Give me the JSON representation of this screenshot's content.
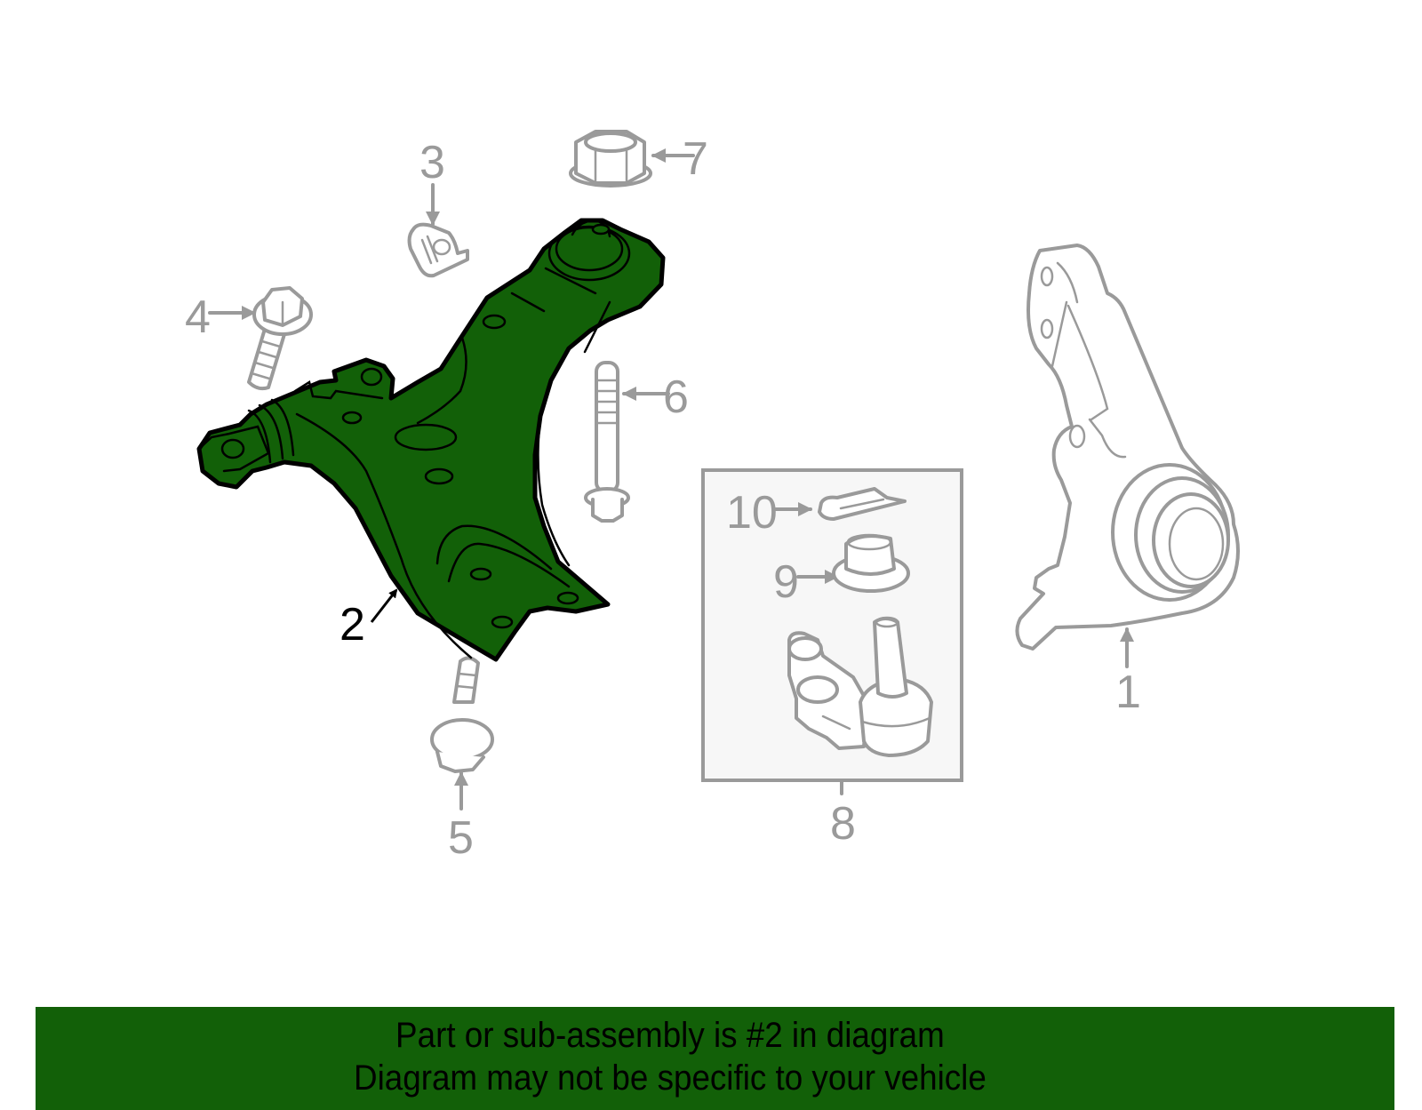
{
  "diagram": {
    "highlight_color": "#126008",
    "inactive_color": "#9a9a9a",
    "callouts": [
      {
        "id": "1",
        "label": "1",
        "part": "steering-knuckle"
      },
      {
        "id": "2",
        "label": "2",
        "part": "lower-control-arm",
        "highlighted": true
      },
      {
        "id": "3",
        "label": "3",
        "part": "bushing-clip"
      },
      {
        "id": "4",
        "label": "4",
        "part": "flange-bolt"
      },
      {
        "id": "5",
        "label": "5",
        "part": "flange-bolt-short"
      },
      {
        "id": "6",
        "label": "6",
        "part": "long-bolt"
      },
      {
        "id": "7",
        "label": "7",
        "part": "flange-nut"
      },
      {
        "id": "8",
        "label": "8",
        "part": "ball-joint-assembly-group"
      },
      {
        "id": "9",
        "label": "9",
        "part": "dust-boot"
      },
      {
        "id": "10",
        "label": "10",
        "part": "cotter-pin"
      }
    ]
  },
  "banner": {
    "line1": "Part or sub-assembly is #2 in diagram",
    "line2": "Diagram may not be specific to your vehicle",
    "background": "#126008"
  }
}
